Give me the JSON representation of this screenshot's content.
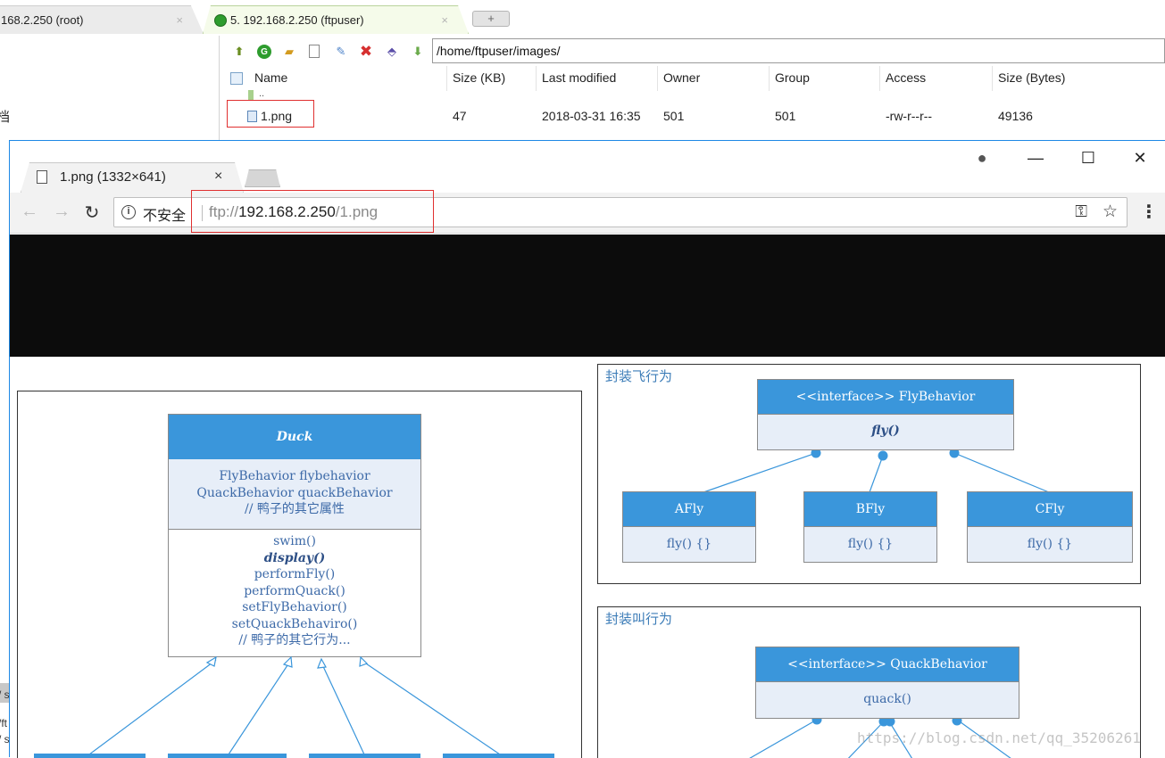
{
  "ftp": {
    "tabs": [
      {
        "label": "168.2.250 (root)",
        "close": "×"
      },
      {
        "label": "5. 192.168.2.250 (ftpuser)",
        "close": "×"
      }
    ],
    "new_tab": "+",
    "left_pane_char": "档",
    "left_pane_fragments": [
      "/ s",
      "/ft",
      "/ s"
    ],
    "path": "/home/ftpuser/images/",
    "columns": [
      "Name",
      "Size (KB)",
      "Last modified",
      "Owner",
      "Group",
      "Access",
      "Size (Bytes)"
    ],
    "parent_dir": "..",
    "rows": [
      {
        "name": "1.png",
        "size_kb": "47",
        "modified": "2018-03-31 16:35",
        "owner": "501",
        "group": "501",
        "access": "-rw-r--r--",
        "size_bytes": "49136"
      }
    ],
    "toolbar_icons": [
      "up-folder-icon",
      "refresh-icon",
      "open-folder-icon",
      "new-file-icon",
      "edit-icon",
      "delete-icon",
      "upload-icon",
      "download-icon"
    ]
  },
  "chrome": {
    "tab_title": "1.png (1332×641)",
    "tab_close": "×",
    "window_buttons": {
      "profile": "●",
      "minimize": "—",
      "maximize": "☐",
      "close": "✕"
    },
    "nav": {
      "back": "←",
      "forward": "→",
      "reload": "↻"
    },
    "omnibox": {
      "info": "i",
      "insecure_label": "不安全",
      "url_scheme": "ftp://",
      "url_host": "192.168.2.250",
      "url_path": "/1.png",
      "key_icon": "⚿",
      "star_icon": "☆"
    },
    "menu": "⋮"
  },
  "diagram": {
    "duck": {
      "title": "Duck",
      "fields": [
        "FlyBehavior flybehavior",
        "QuackBehavior quackBehavior",
        "// 鸭子的其它属性"
      ],
      "methods": [
        "swim()",
        "display()",
        "performFly()",
        "performQuack()",
        "setFlyBehavior()",
        "setQuackBehaviro()",
        "// 鸭子的其它行为..."
      ]
    },
    "fly_frame": {
      "label": "封装飞行为",
      "interface_title": "<<interface>>  FlyBehavior",
      "interface_method": "fly()",
      "impls": [
        {
          "name": "AFly",
          "method": "fly() {}"
        },
        {
          "name": "BFly",
          "method": "fly() {}"
        },
        {
          "name": "CFly",
          "method": "fly() {}"
        }
      ]
    },
    "quack_frame": {
      "label": "封装叫行为",
      "interface_title": "<<interface>> QuackBehavior",
      "interface_method": "quack()"
    },
    "watermark": "https://blog.csdn.net/qq_35206261"
  }
}
